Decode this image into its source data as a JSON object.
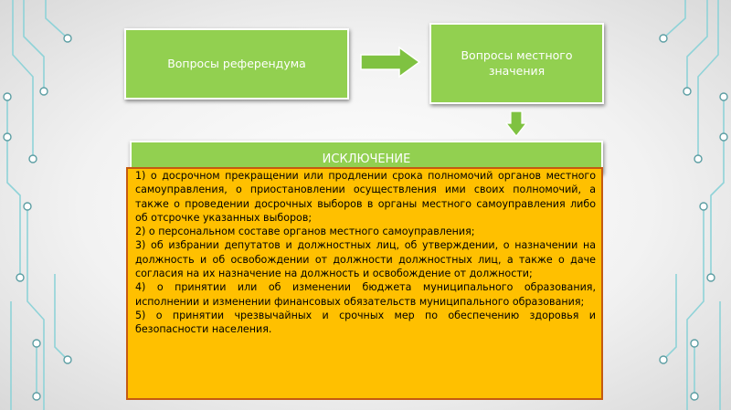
{
  "diagram": {
    "box_referendum": "Вопросы референдума",
    "box_local_issues": "Вопросы местного значения",
    "exception_title": "ИСКЛЮЧЕНИЕ",
    "exception_items": [
      "1) о досрочном прекращении или продлении срока полномочий органов местного самоуправления, о приостановлении осуществления ими своих полномочий, а также о проведении досрочных выборов в органы местного самоуправления либо об отсрочке указанных выборов;",
      "2) о персональном составе органов местного самоуправления;",
      "3) об избрании депутатов и должностных лиц, об утверждении, о назначении на должность и об освобождении от должности должностных лиц, а также о даче согласия на их назначение на должность и освобождение от должности;",
      "4) о принятии или об изменении бюджета муниципального образования, исполнении и изменении финансовых обязательств муниципального образования;",
      "5) о принятии чрезвычайных и срочных мер по обеспечению здоровья и безопасности населения."
    ]
  },
  "colors": {
    "box_green": "#92d050",
    "arrow_green": "#7fc241",
    "body_orange": "#ffc000",
    "body_border": "#c55a11",
    "circuit_teal": "#8fd3d8"
  }
}
